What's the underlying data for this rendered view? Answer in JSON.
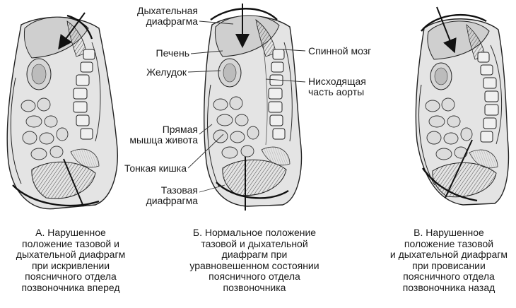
{
  "labels": {
    "diaphragm_resp": "Дыхательная\nдиафрагма",
    "liver": "Печень",
    "stomach": "Желудок",
    "rectus": "Прямая\nмышца живота",
    "small_intestine": "Тонкая кишка",
    "pelvic_diaphragm": "Тазовая\nдиафрагма",
    "spinal_cord": "Спинной мозг",
    "aorta": "Нисходящая\nчасть аорты"
  },
  "captions": {
    "a": "А. Нарушенное\nположение тазовой и\nдыхательной диафрагм\nпри искривлении\nпоясничного отдела\nпозвоночника вперед",
    "b": "Б. Нормальное положение\nтазовой и дыхательной\nдиафрагм при\nуравновешенном состоянии\nпоясничного отдела\nпозвоночника",
    "c": "В. Нарушенное\nположение тазовой\nи дыхательной диафрагм\nпри провисании\nпоясничного отдела\nпозвоночника назад"
  }
}
